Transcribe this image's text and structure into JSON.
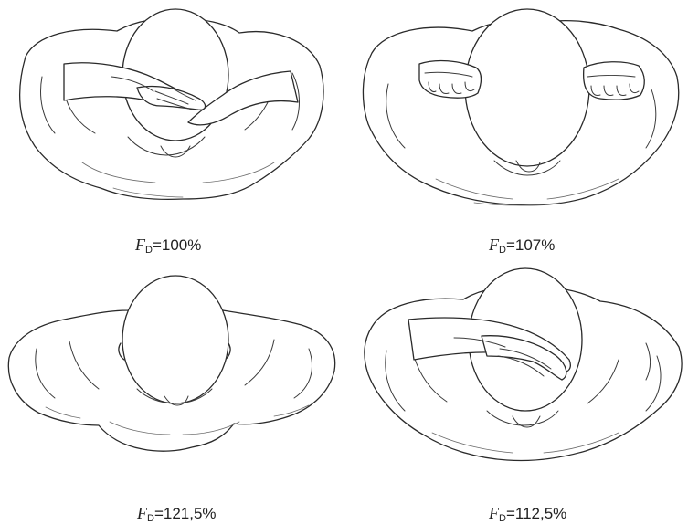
{
  "figures": [
    {
      "symbol": "F",
      "subscript": "D",
      "value": "=100%",
      "posture": "forearms crossed over head"
    },
    {
      "symbol": "F",
      "subscript": "D",
      "value": "=107%",
      "posture": "fists beside head"
    },
    {
      "symbol": "F",
      "subscript": "D",
      "value": "=121,5%",
      "posture": "arms down"
    },
    {
      "symbol": "F",
      "subscript": "D",
      "value": "=112,5%",
      "posture": "one forearm over head"
    }
  ],
  "colors": {
    "line": "#2a2a2a",
    "background": "#ffffff"
  }
}
